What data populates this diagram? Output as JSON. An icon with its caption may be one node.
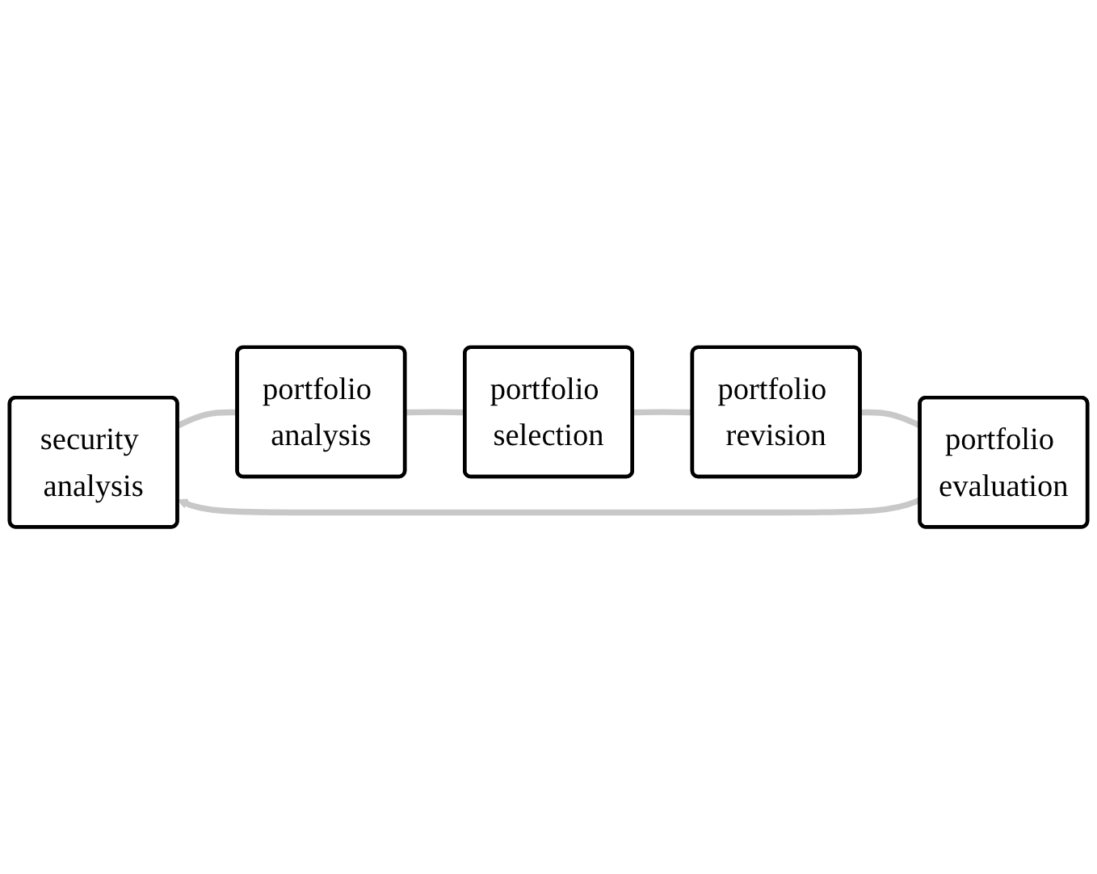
{
  "diagram": {
    "nodes": [
      {
        "text": [
          "security analysis"
        ]
      },
      {
        "text": [
          "portfolio analysis"
        ]
      },
      {
        "text": [
          "portfolio selection"
        ]
      },
      {
        "text": [
          "portfolio revision"
        ]
      },
      {
        "text": [
          "portfolio evaluation"
        ]
      }
    ],
    "edges": [
      {
        "from": 0,
        "to": 1,
        "arrow": "none",
        "color": "#c8c8c8"
      },
      {
        "from": 1,
        "to": 2,
        "arrow": "none",
        "color": "#c8c8c8"
      },
      {
        "from": 2,
        "to": 3,
        "arrow": "none",
        "color": "#c8c8c8"
      },
      {
        "from": 3,
        "to": 4,
        "arrow": "none",
        "color": "#c8c8c8"
      },
      {
        "from": 4,
        "to": 0,
        "arrow": "to",
        "color": "#c8c8c8"
      }
    ]
  }
}
